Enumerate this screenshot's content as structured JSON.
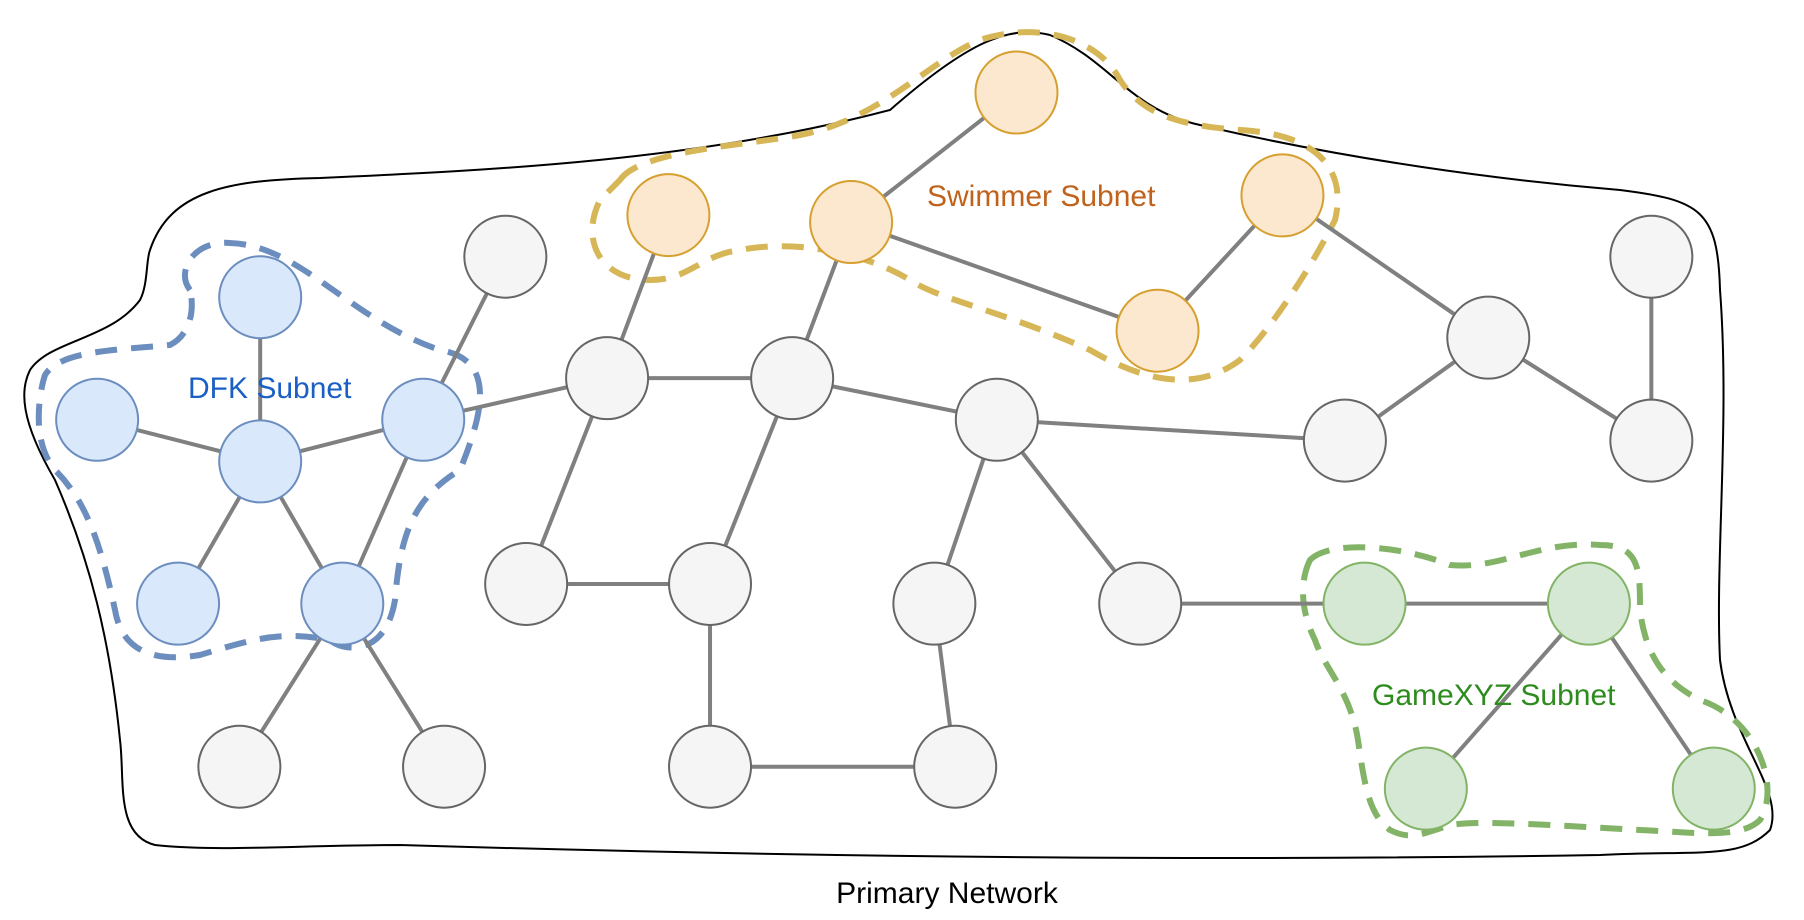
{
  "diagram": {
    "title": "Primary Network",
    "colors": {
      "outline": "#000000",
      "edge": "#808080",
      "node_default_fill": "#f5f5f5",
      "node_default_stroke": "#666666",
      "dfk_fill": "#dae8fc",
      "dfk_stroke": "#6c8ebf",
      "dfk_label": "#1a5fc4",
      "swimmer_fill": "#fce7cf",
      "swimmer_stroke": "#d6a030",
      "swimmer_boundary": "#d6b656",
      "swimmer_label": "#c0621c",
      "gamexyz_fill": "#d5e8d4",
      "gamexyz_stroke": "#82b366",
      "gamexyz_label": "#2e8b1e",
      "title_color": "#000000"
    },
    "subnets": [
      {
        "id": "dfk",
        "label": "DFK Subnet"
      },
      {
        "id": "swimmer",
        "label": "Swimmer Subnet"
      },
      {
        "id": "gamexyz",
        "label": "GameXYZ Subnet"
      }
    ],
    "nodes": [
      {
        "id": "d1",
        "group": "dfk"
      },
      {
        "id": "d2",
        "group": "dfk"
      },
      {
        "id": "d3",
        "group": "dfk"
      },
      {
        "id": "d4",
        "group": "dfk"
      },
      {
        "id": "d5",
        "group": "dfk"
      },
      {
        "id": "d6",
        "group": "dfk"
      },
      {
        "id": "p1",
        "group": "primary"
      },
      {
        "id": "p2",
        "group": "primary"
      },
      {
        "id": "p3",
        "group": "primary"
      },
      {
        "id": "p4",
        "group": "primary"
      },
      {
        "id": "p5",
        "group": "primary"
      },
      {
        "id": "p6",
        "group": "primary"
      },
      {
        "id": "p7",
        "group": "primary"
      },
      {
        "id": "p8",
        "group": "primary"
      },
      {
        "id": "p9",
        "group": "primary"
      },
      {
        "id": "p10",
        "group": "primary"
      },
      {
        "id": "p11",
        "group": "primary"
      },
      {
        "id": "p12",
        "group": "primary"
      },
      {
        "id": "p13",
        "group": "primary"
      },
      {
        "id": "p14",
        "group": "primary"
      },
      {
        "id": "p15",
        "group": "primary"
      },
      {
        "id": "p16",
        "group": "primary"
      },
      {
        "id": "s1",
        "group": "swimmer"
      },
      {
        "id": "s2",
        "group": "swimmer"
      },
      {
        "id": "s3",
        "group": "swimmer"
      },
      {
        "id": "s4",
        "group": "swimmer"
      },
      {
        "id": "s5",
        "group": "swimmer"
      },
      {
        "id": "g1",
        "group": "gamexyz"
      },
      {
        "id": "g2",
        "group": "gamexyz"
      },
      {
        "id": "g3",
        "group": "gamexyz"
      },
      {
        "id": "g4",
        "group": "gamexyz"
      }
    ],
    "edges": [
      [
        "d1",
        "d3"
      ],
      [
        "d2",
        "d3"
      ],
      [
        "d3",
        "d4"
      ],
      [
        "d3",
        "d5"
      ],
      [
        "d3",
        "d6"
      ],
      [
        "d4",
        "d6"
      ],
      [
        "d4",
        "p4"
      ],
      [
        "d4",
        "p3"
      ],
      [
        "d6",
        "p1"
      ],
      [
        "d6",
        "p2"
      ],
      [
        "p4",
        "p5"
      ],
      [
        "p4",
        "s1"
      ],
      [
        "p4",
        "p11"
      ],
      [
        "p5",
        "s3"
      ],
      [
        "p5",
        "p6"
      ],
      [
        "p5",
        "p12"
      ],
      [
        "p11",
        "p12"
      ],
      [
        "p12",
        "p13"
      ],
      [
        "p13",
        "p14"
      ],
      [
        "p14",
        "p15"
      ],
      [
        "p15",
        "p6"
      ],
      [
        "p6",
        "p7"
      ],
      [
        "p6",
        "p16"
      ],
      [
        "p16",
        "g1"
      ],
      [
        "s3",
        "s2"
      ],
      [
        "s3",
        "s5"
      ],
      [
        "s5",
        "s4"
      ],
      [
        "s4",
        "p8"
      ],
      [
        "p8",
        "p7"
      ],
      [
        "p8",
        "p10"
      ],
      [
        "p9",
        "p10"
      ],
      [
        "g1",
        "g2"
      ],
      [
        "g2",
        "g3"
      ],
      [
        "g2",
        "g4"
      ]
    ]
  }
}
